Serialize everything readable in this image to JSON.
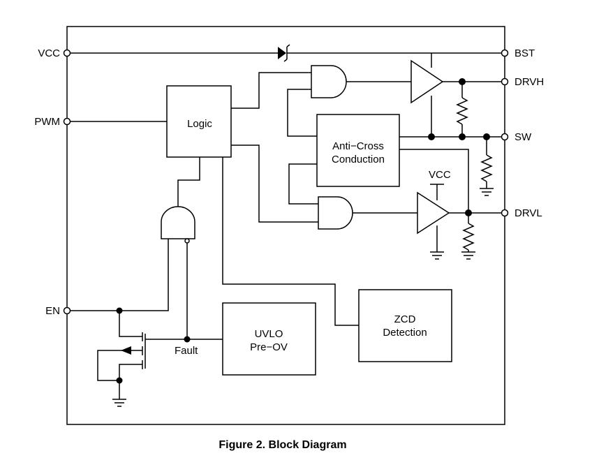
{
  "pins": {
    "vcc": "VCC",
    "pwm": "PWM",
    "en": "EN",
    "bst": "BST",
    "drvh": "DRVH",
    "sw": "SW",
    "drvl": "DRVL"
  },
  "blocks": {
    "logic": "Logic",
    "anti_cross_line1": "Anti−Cross",
    "anti_cross_line2": "Conduction",
    "uvlo_line1": "UVLO",
    "uvlo_line2": "Pre−OV",
    "zcd_line1": "ZCD",
    "zcd_line2": "Detection"
  },
  "labels": {
    "fault": "Fault",
    "vcc_supply": "VCC"
  },
  "caption": "Figure 2. Block Diagram"
}
